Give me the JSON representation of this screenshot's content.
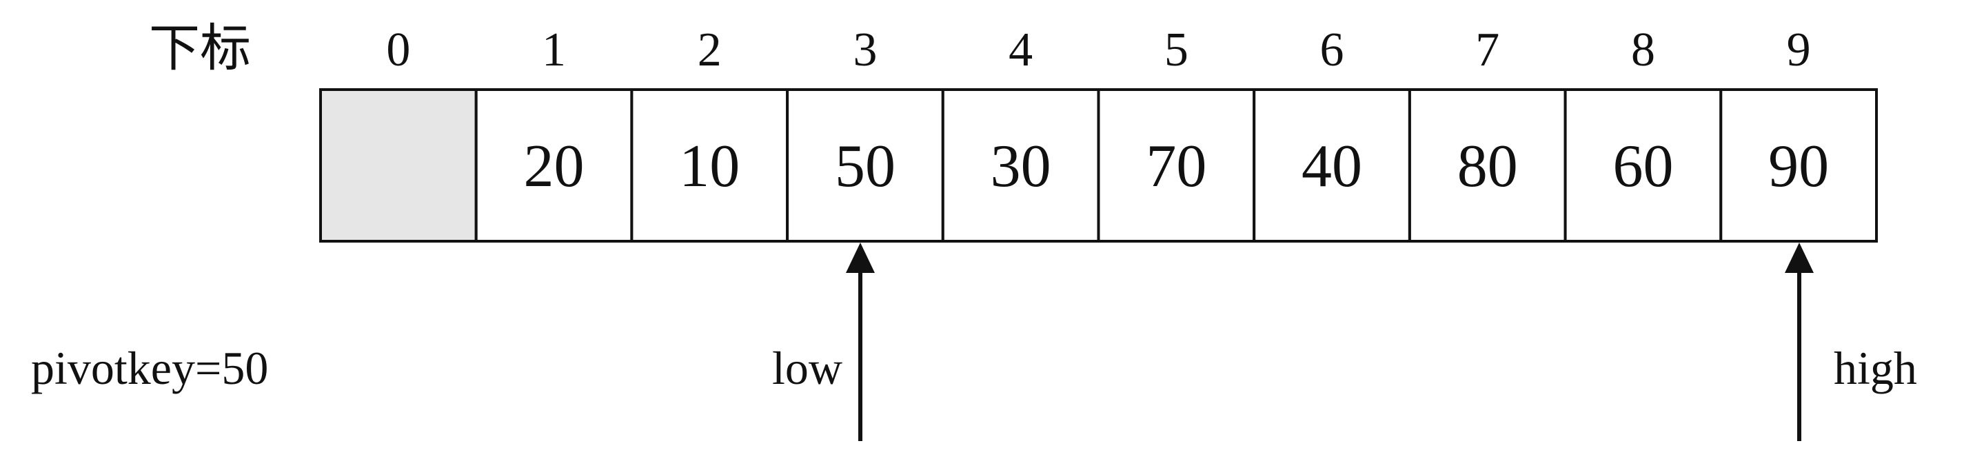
{
  "index_label": "下标",
  "indices": [
    "0",
    "1",
    "2",
    "3",
    "4",
    "5",
    "6",
    "7",
    "8",
    "9"
  ],
  "values": [
    "",
    "20",
    "10",
    "50",
    "30",
    "70",
    "40",
    "80",
    "60",
    "90"
  ],
  "pivot_label": "pivotkey=50",
  "low_label": "low",
  "high_label": "high",
  "colors": {
    "placeholder_cell": "#e6e6e6",
    "line": "#111111"
  }
}
